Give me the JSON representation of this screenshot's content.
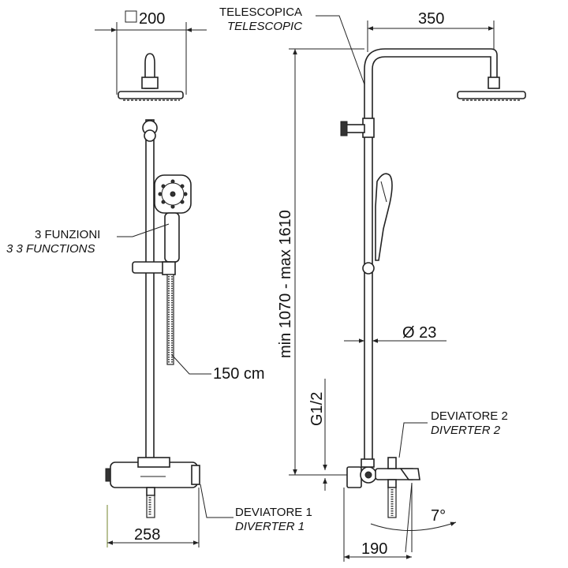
{
  "front_view": {
    "head_size": "200",
    "head_size_symbol": "□",
    "handshower_label_it": "3 FUNZIONI",
    "handshower_label_en": "3  3 FUNCTIONS",
    "hose_length": "150 cm",
    "width": "258",
    "diverter1_it": "DEVIATORE 1",
    "diverter1_en": "DIVERTER 1"
  },
  "side_view": {
    "telescopic_it": "TELESCOPICA",
    "telescopic_en": "TELESCOPIC",
    "arm_length": "350",
    "height_range": "min 1070 - max 1610",
    "pipe_diameter": "Ø 23",
    "connection": "G1/2",
    "diverter2_it": "DEVIATORE 2",
    "diverter2_en": "DIVERTER 2",
    "depth": "190",
    "angle": "7°"
  }
}
